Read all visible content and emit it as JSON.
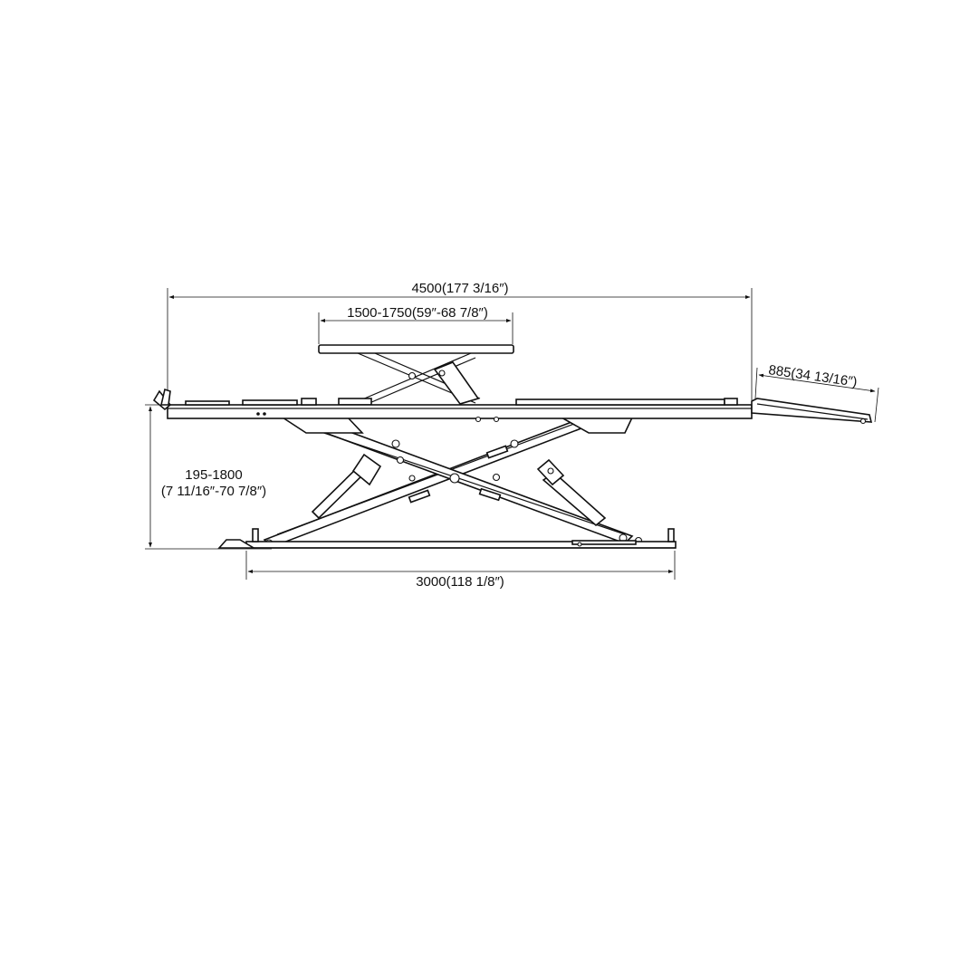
{
  "dimensions": {
    "overall_length": "4500(177 3/16″)",
    "upper_platform_length": "1500-1750(59″-68 7/8″)",
    "ramp_length": "885(34 13/16″)",
    "height_range_line1": "195-1800",
    "height_range_line2": "(7 11/16″-70 7/8″)",
    "base_length": "3000(118 1/8″)"
  },
  "colors": {
    "line": "#111111",
    "background": "#ffffff"
  }
}
